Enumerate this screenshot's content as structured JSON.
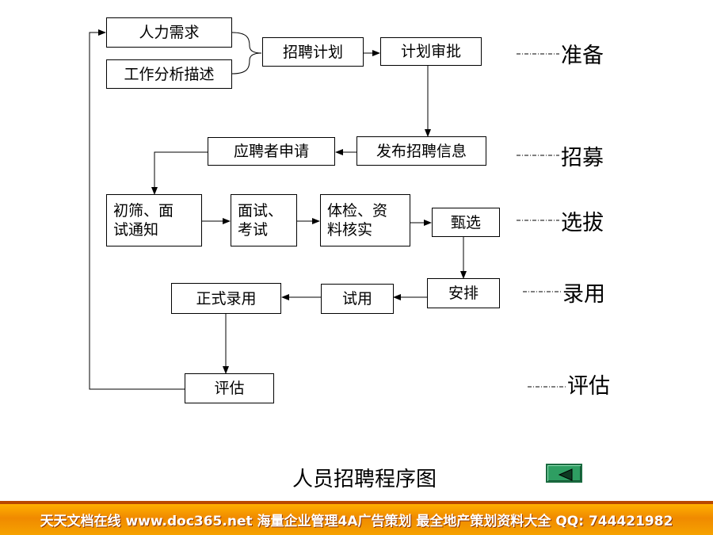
{
  "boxes": {
    "renli_xuqiu": "人力需求",
    "gongzuo_fenxi": "工作分析描述",
    "zhaopin_jihua": "招聘计划",
    "jihua_shenpi": "计划审批",
    "fabu_xinxi": "发布招聘信息",
    "yingpinzhe_shenqing": "应聘者申请",
    "chushai_line1": "初筛、面",
    "chushai_line2": "试通知",
    "mianshi_line1": "面试、",
    "mianshi_line2": "考试",
    "tijian_line1": "体检、资",
    "tijian_line2": "料核实",
    "zhenxuan": "甄选",
    "anpai": "安排",
    "shiyong": "试用",
    "zhengshi_luyong": "正式录用",
    "pinggu": "评估"
  },
  "stages": {
    "zhunbei": "准备",
    "zhaomu": "招募",
    "xuanba": "选拔",
    "luyong": "录用",
    "pinggu": "评估"
  },
  "caption": "人员招聘程序图",
  "footer_text": "天天文档在线 www.doc365.net 海量企业管理4A广告策划 最全地产策划资料大全 QQ: 744421982",
  "colors": {
    "nav_button": "#2e9e62",
    "footer_band": "#f39200",
    "footer_text": "#ffffff"
  }
}
